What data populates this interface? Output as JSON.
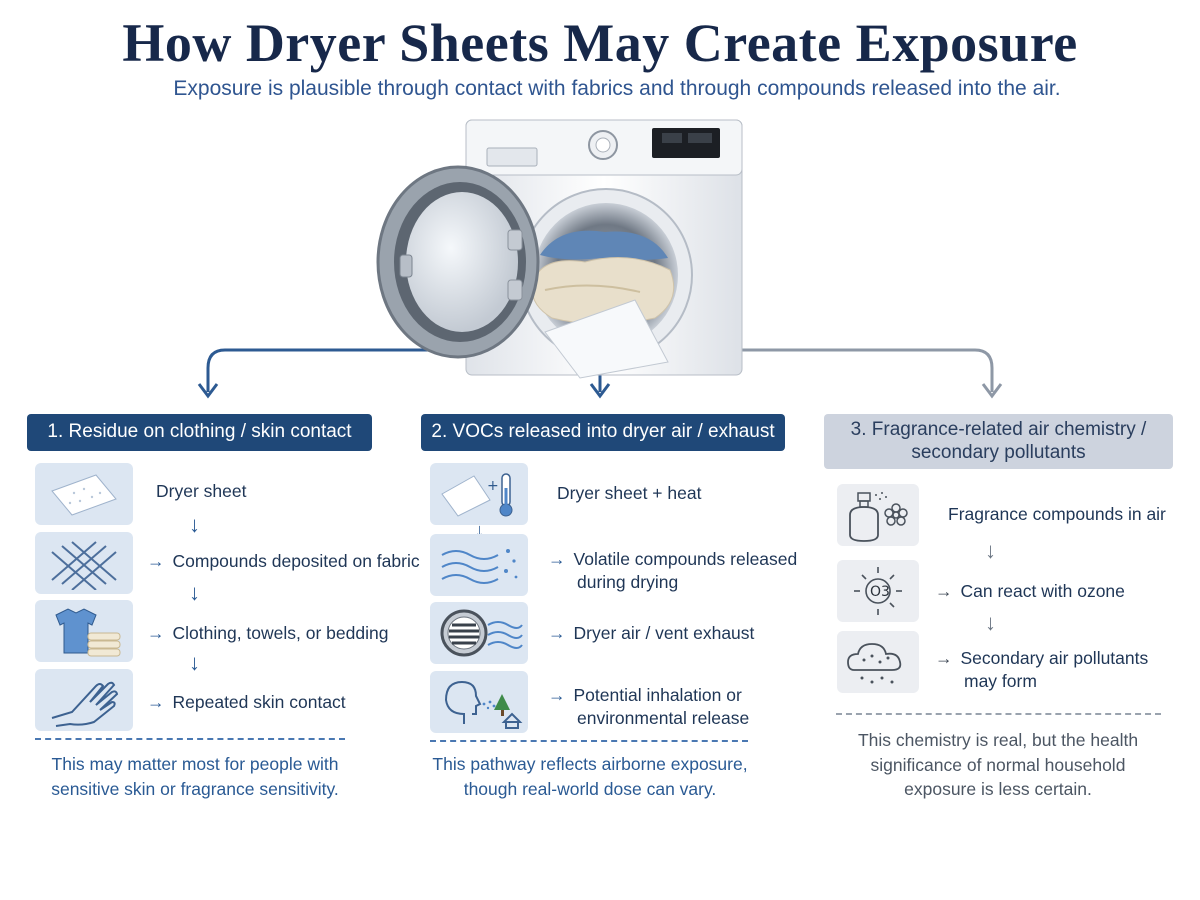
{
  "title": "How Dryer Sheets May Create Exposure",
  "subtitle": "Exposure is plausible through contact with fabrics and through compounds released into the air.",
  "pathways": [
    {
      "header": "1. Residue on clothing / skin contact",
      "steps": [
        {
          "text": "Dryer sheet",
          "icon": "dryer-sheet-icon"
        },
        {
          "text": "Compounds deposited on fabric",
          "icon": "fabric-weave-icon"
        },
        {
          "text": "Clothing, towels, or bedding",
          "icon": "clothing-stack-icon"
        },
        {
          "text": "Repeated skin contact",
          "icon": "hand-icon"
        }
      ],
      "note": [
        "This may matter most for people with",
        "sensitive skin or fragrance sensitivity."
      ],
      "color": "#1f4878"
    },
    {
      "header": "2. VOCs released into dryer air / exhaust",
      "steps": [
        {
          "text": "Dryer sheet + heat",
          "icon": "sheet-thermometer-icon"
        },
        {
          "text": [
            "Volatile compounds released",
            "during drying"
          ],
          "icon": "vapor-icon"
        },
        {
          "text": "Dryer air / vent exhaust",
          "icon": "vent-icon"
        },
        {
          "text": [
            "Potential inhalation or",
            "environmental release"
          ],
          "icon": "inhalation-icon"
        }
      ],
      "note": [
        "This pathway reflects airborne exposure,",
        "though real-world dose can vary."
      ],
      "color": "#1f4878"
    },
    {
      "header": [
        "3. Fragrance-related air chemistry /",
        "secondary pollutants"
      ],
      "steps": [
        {
          "text": "Fragrance compounds in air",
          "icon": "perfume-icon"
        },
        {
          "text": "Can react with ozone",
          "icon": "ozone-icon",
          "icon_label": "O3"
        },
        {
          "text": [
            "Secondary air pollutants",
            "may form"
          ],
          "icon": "cloud-particles-icon"
        }
      ],
      "note": [
        "This chemistry is real, but the health",
        "significance of normal household",
        "exposure is less certain."
      ],
      "color": "#cdd3de"
    }
  ],
  "glyphs": {
    "arrow_right": "→",
    "arrow_down": "↓"
  },
  "illustration": "washing-machine-icon"
}
